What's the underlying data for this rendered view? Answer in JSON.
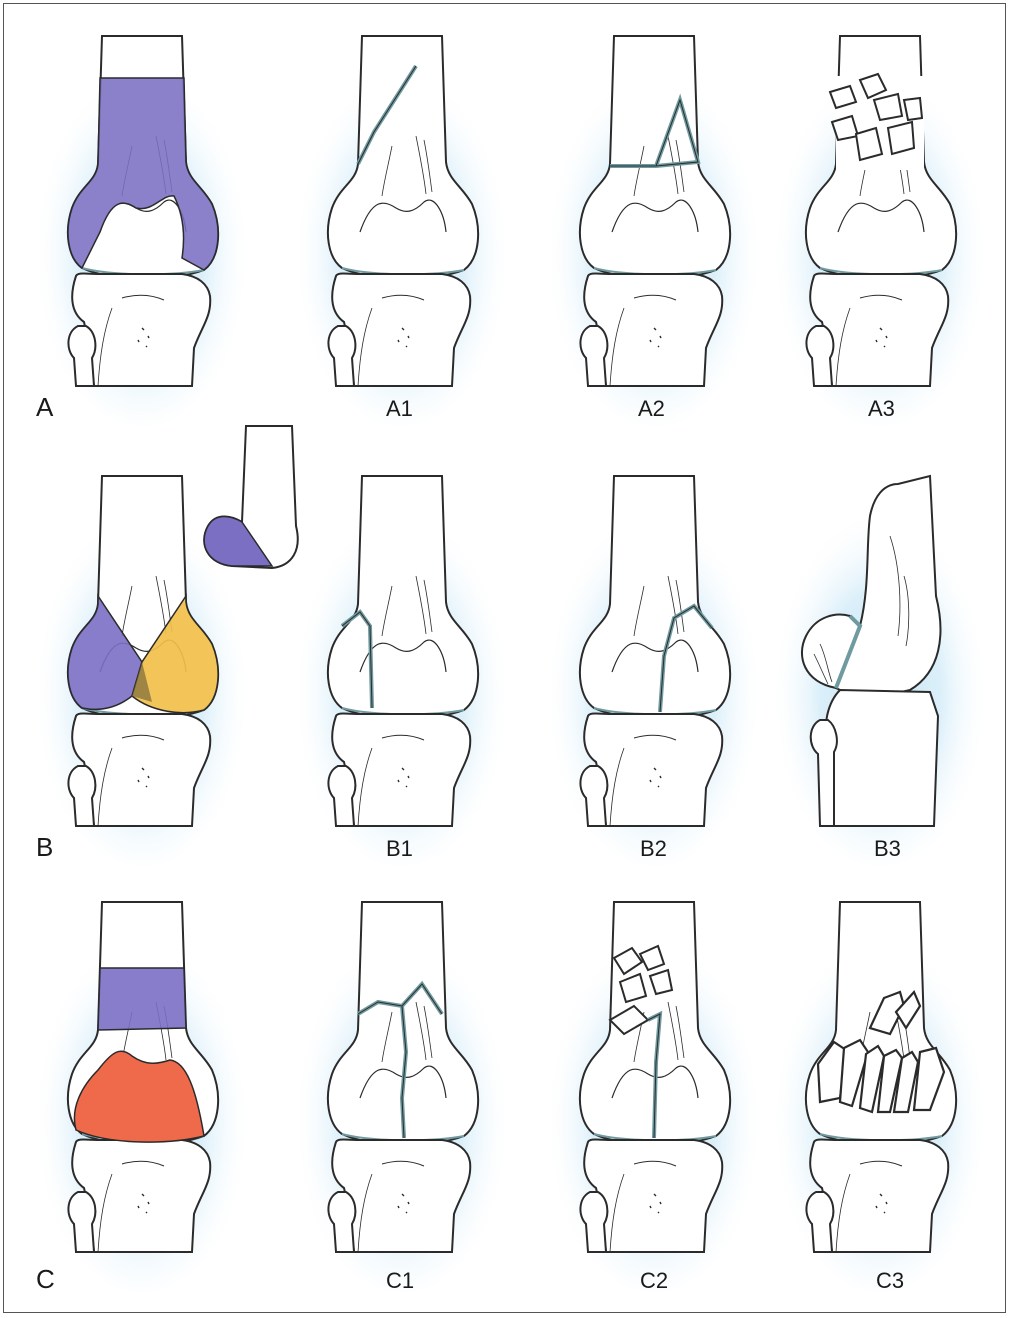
{
  "figure": {
    "colors": {
      "glow": "#bfe3f5",
      "bone_fill": "#ffffff",
      "outline": "#2b2b2b",
      "fracture_line": "#6f9aa0",
      "extra_articular": "#7b6fc4",
      "lateral_condyle": "#f2c04a",
      "articular_surface": "#ef6a4a"
    },
    "rows": [
      {
        "label": "A",
        "cells": [
          {
            "label": "A",
            "icon": "femur-extra-articular-zone-icon"
          },
          {
            "label": "A1",
            "icon": "simple-fracture-icon"
          },
          {
            "label": "A2",
            "icon": "wedge-fracture-icon"
          },
          {
            "label": "A3",
            "icon": "comminuted-fracture-icon"
          }
        ]
      },
      {
        "label": "B",
        "cells": [
          {
            "label": "B",
            "icon": "femur-partial-articular-zones-icon"
          },
          {
            "label": "B1",
            "icon": "lateral-condyle-fracture-icon"
          },
          {
            "label": "B2",
            "icon": "medial-condyle-fracture-icon"
          },
          {
            "label": "B3",
            "icon": "coronal-hoffa-fracture-icon"
          }
        ]
      },
      {
        "label": "C",
        "cells": [
          {
            "label": "C",
            "icon": "femur-complete-articular-zones-icon"
          },
          {
            "label": "C1",
            "icon": "simple-articular-simple-metaphyseal-icon"
          },
          {
            "label": "C2",
            "icon": "simple-articular-comminuted-metaphyseal-icon"
          },
          {
            "label": "C3",
            "icon": "comminuted-articular-fracture-icon"
          }
        ]
      }
    ]
  }
}
